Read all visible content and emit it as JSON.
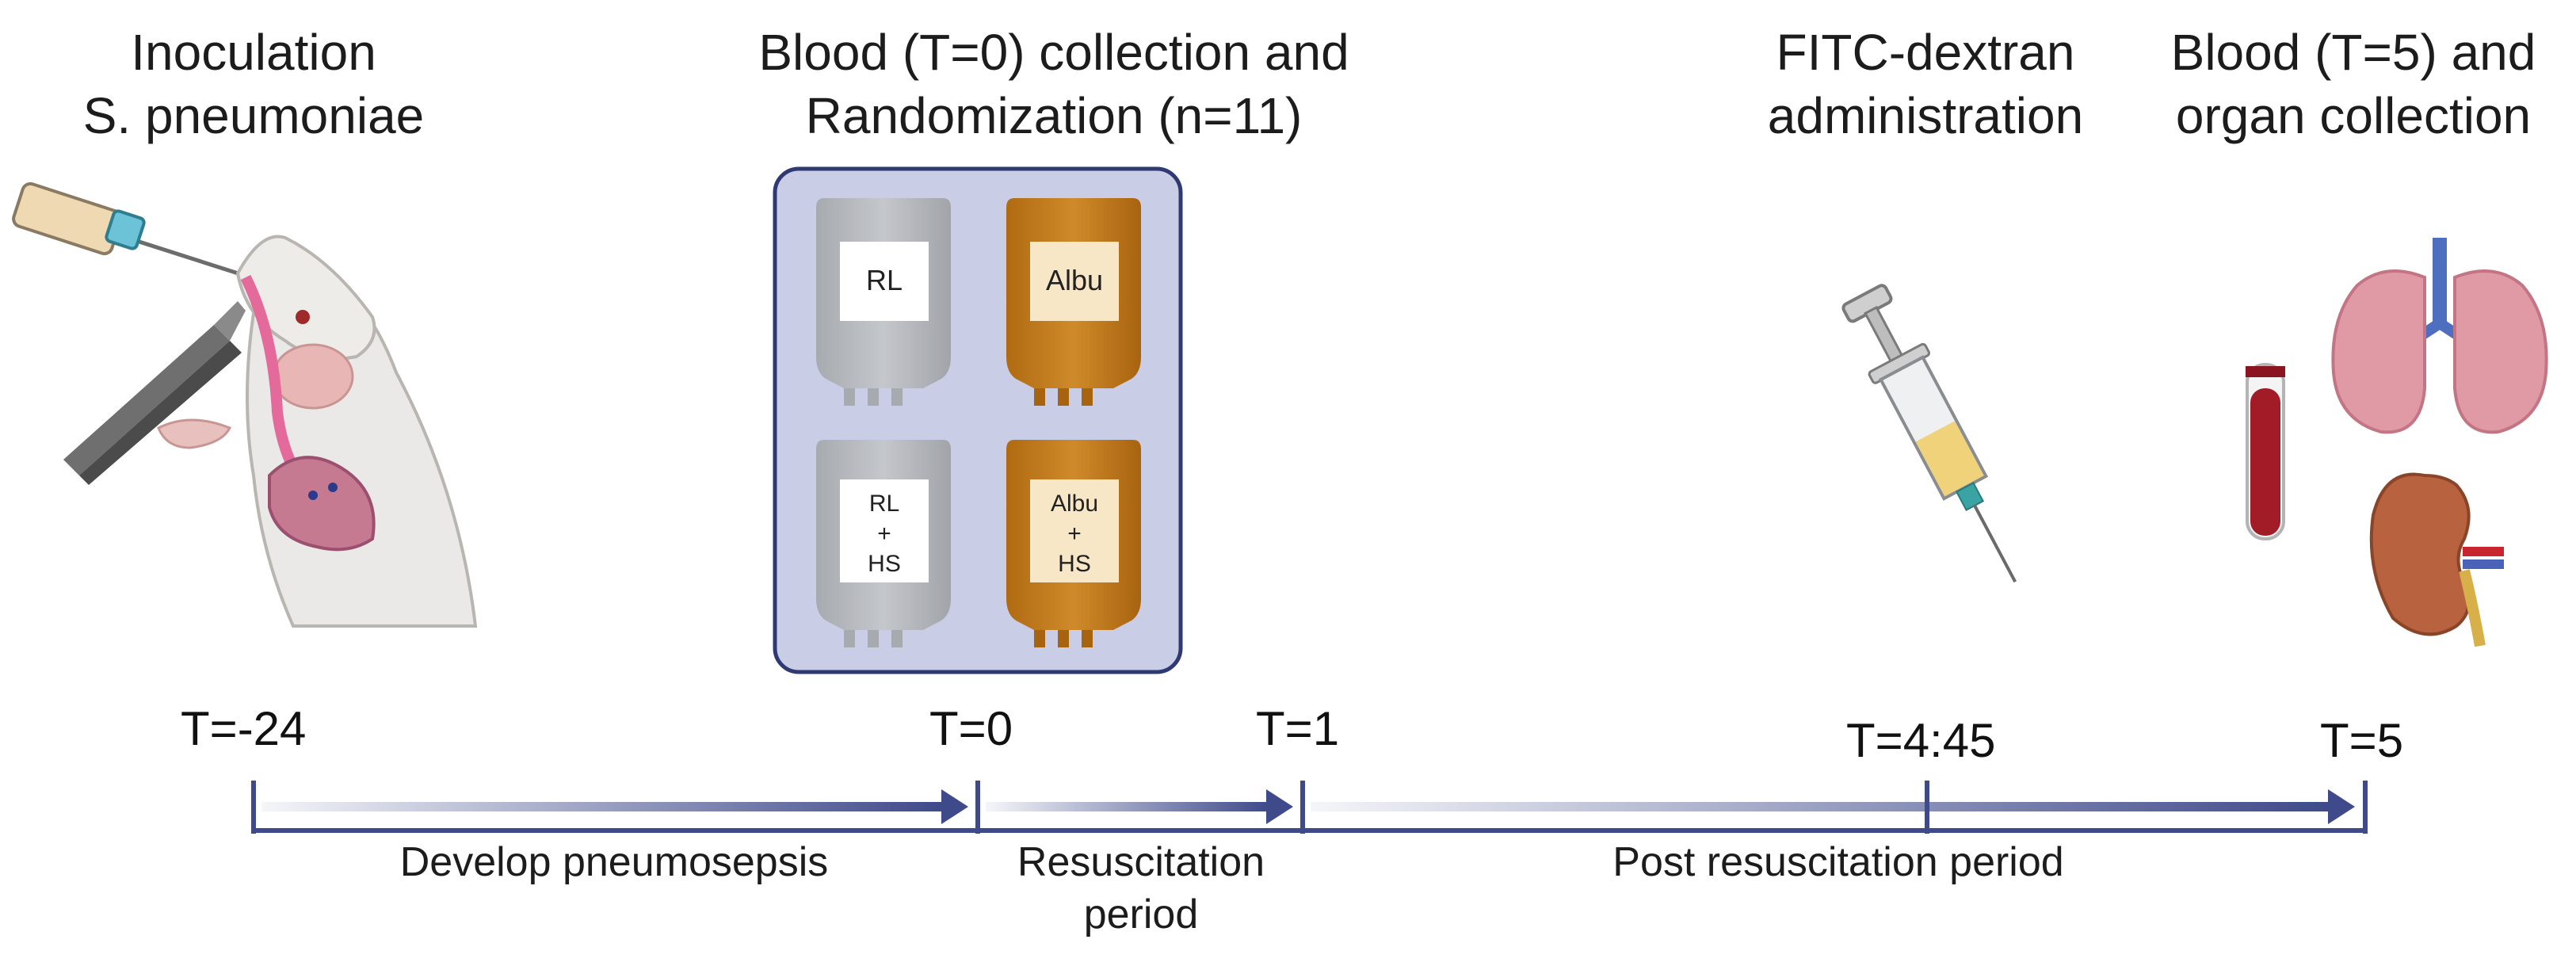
{
  "titles": {
    "inoculation": [
      "Inoculation",
      "S. pneumoniae"
    ],
    "blood_t0": [
      "Blood (T=0) collection and",
      "Randomization (n=11)"
    ],
    "fitc": [
      "FITC-dextran",
      "administration"
    ],
    "blood_t5": [
      "Blood (T=5) and",
      "organ collection"
    ]
  },
  "bags": {
    "rl": "RL",
    "albu": "Albu",
    "rl_hs": [
      "RL",
      "+",
      "HS"
    ],
    "albu_hs": [
      "Albu",
      "+",
      "HS"
    ]
  },
  "timepoints": {
    "t_m24": "T=-24",
    "t0": "T=0",
    "t1": "T=1",
    "t445": "T=4:45",
    "t5": "T=5"
  },
  "periods": {
    "develop": "Develop pneumosepsis",
    "resus": [
      "Resuscitation",
      "period"
    ],
    "post": "Post resuscitation period"
  },
  "colors": {
    "timeline": "#3f4a8a",
    "panel_fill": "#c9cde6",
    "panel_stroke": "#2f3a73",
    "bag_gray": "#b9bcc0",
    "bag_amber": "#c07a1c",
    "blood_red": "#a21c28",
    "organ_pink": "#e09aa6"
  }
}
